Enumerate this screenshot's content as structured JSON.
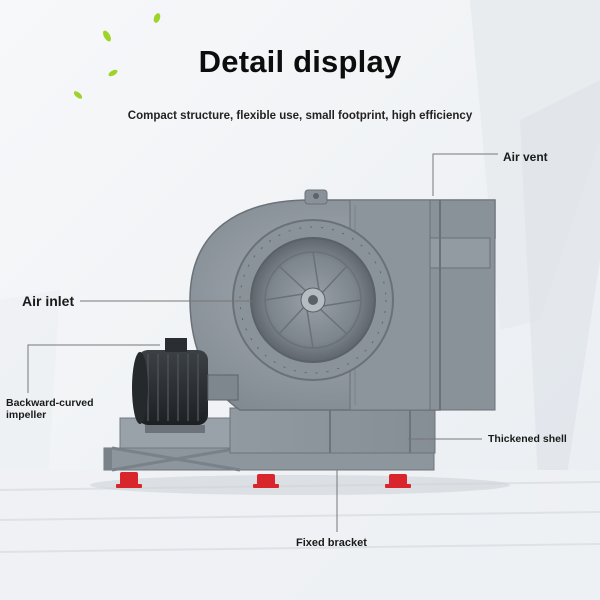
{
  "header": {
    "title": "Detail display",
    "subtitle": "Compact structure, flexible use, small footprint, high efficiency"
  },
  "callouts": {
    "air_vent": "Air vent",
    "air_inlet": "Air inlet",
    "impeller": "Backward-curved impeller",
    "thickened_shell": "Thickened shell",
    "fixed_bracket": "Fixed bracket"
  },
  "colors": {
    "fan_body": "#8e969e",
    "fan_dark": "#6d747b",
    "motor": "#2b2f33",
    "feet": "#d8262c",
    "leaf": "#9ed32a"
  }
}
